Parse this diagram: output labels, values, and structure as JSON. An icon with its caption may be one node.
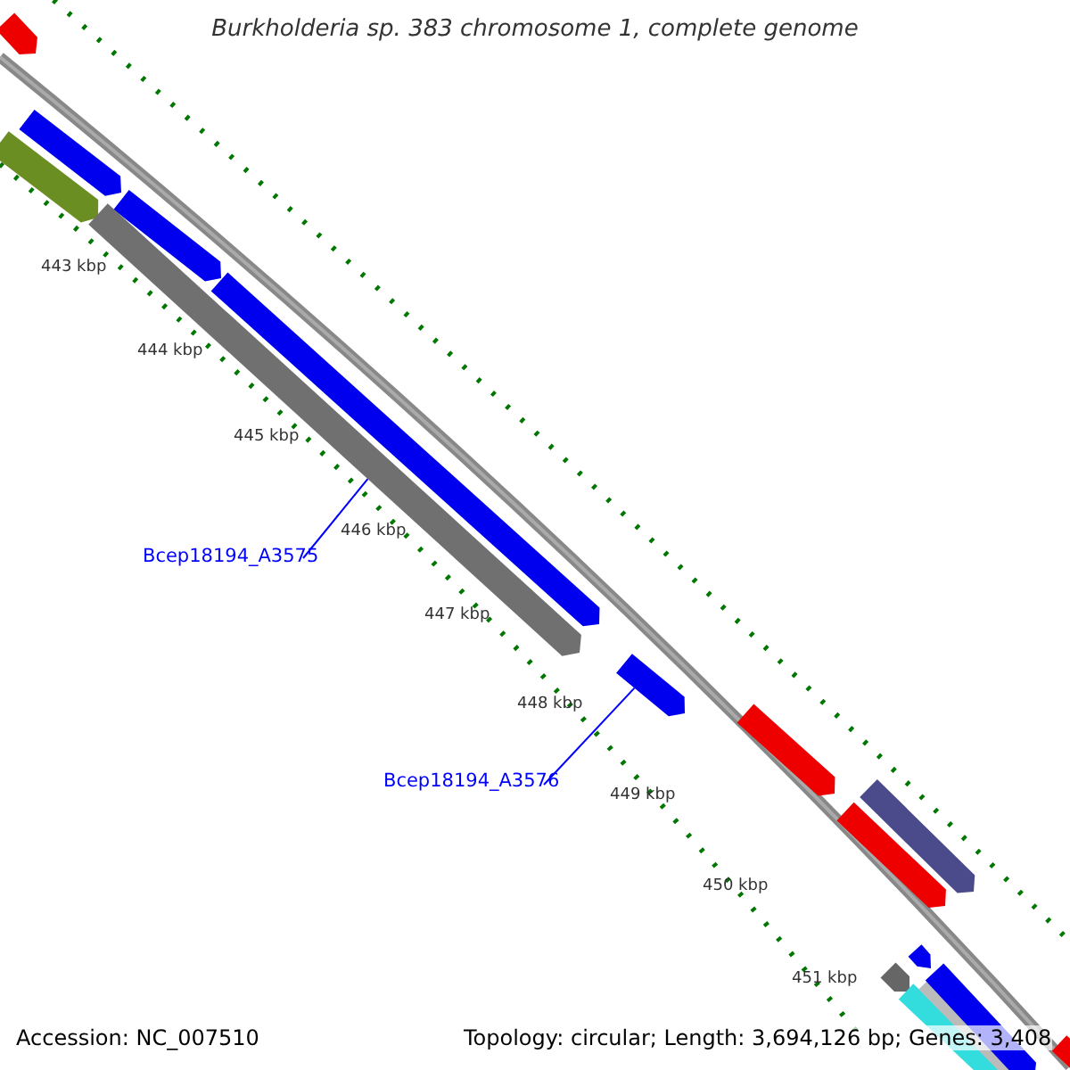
{
  "diagram": {
    "title": "Burkholderia sp. 383 chromosome 1, complete genome",
    "nodes": [
      {
        "text": [
          "Bcep18194_A3575"
        ]
      },
      {
        "text": [],
        "shape": "bar"
      },
      {
        "text": [
          "Bcep18194_A3576"
        ]
      },
      {
        "text": [],
        "shape": "bar"
      }
    ],
    "edges": [
      {
        "from": 0,
        "to": 1,
        "arrow": "none",
        "color": "#0000ff"
      },
      {
        "from": 2,
        "to": 3,
        "arrow": "none",
        "color": "#0000ff"
      }
    ],
    "labels": [
      "443 kbp",
      "444 kbp",
      "445 kbp",
      "446 kbp",
      "447 kbp",
      "448 kbp",
      "449 kbp",
      "450 kbp",
      "451 kbp",
      "Accession: NC_007510",
      "Topology: circular; Length: 3,694,126 bp; Genes: 3,408"
    ]
  }
}
